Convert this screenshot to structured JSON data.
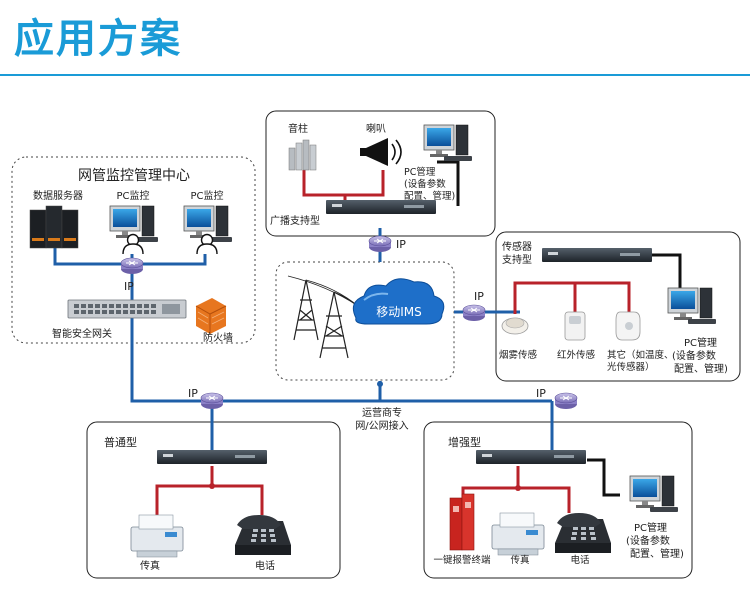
{
  "header": {
    "title": "应用方案"
  },
  "nms": {
    "title": "网管监控管理中心",
    "server_label": "数据服务器",
    "pc1_label": "PC监控",
    "pc2_label": "PC监控",
    "ip_label": "IP",
    "gateway_label": "智能安全网关",
    "firewall_label": "防火墙"
  },
  "broadcast": {
    "column_label": "音柱",
    "horn_label": "喇叭",
    "pc_label": [
      "PC管理",
      "(设备参数",
      "配置、管理)"
    ],
    "device_label": "广播支持型",
    "ip_label": "IP"
  },
  "cloud": {
    "label": "移动IMS",
    "ip_label": "IP"
  },
  "sensor": {
    "device_label": [
      "传感器",
      "支持型"
    ],
    "smoke_label": "烟雾传感",
    "ir_label": "红外传感",
    "other_label": [
      "其它（如温度、",
      "光传感器）"
    ],
    "pc_label": [
      "PC管理",
      "(设备参数",
      "配置、管理)"
    ]
  },
  "backbone": {
    "ip_left": "IP",
    "ip_right": "IP",
    "label": [
      "运营商专",
      "网/公网接入"
    ]
  },
  "basic": {
    "title": "普通型",
    "fax_label": "传真",
    "phone_label": "电话"
  },
  "enhanced": {
    "title": "增强型",
    "alarm_label": "一键报警终端",
    "fax_label": "传真",
    "phone_label": "电话",
    "pc_label": [
      "PC管理",
      "(设备参数",
      "配置、管理)"
    ]
  },
  "colors": {
    "accent": "#1a9bd7",
    "link_blue": "#1f5fa8",
    "link_red": "#b8222a",
    "link_black": "#111111"
  }
}
